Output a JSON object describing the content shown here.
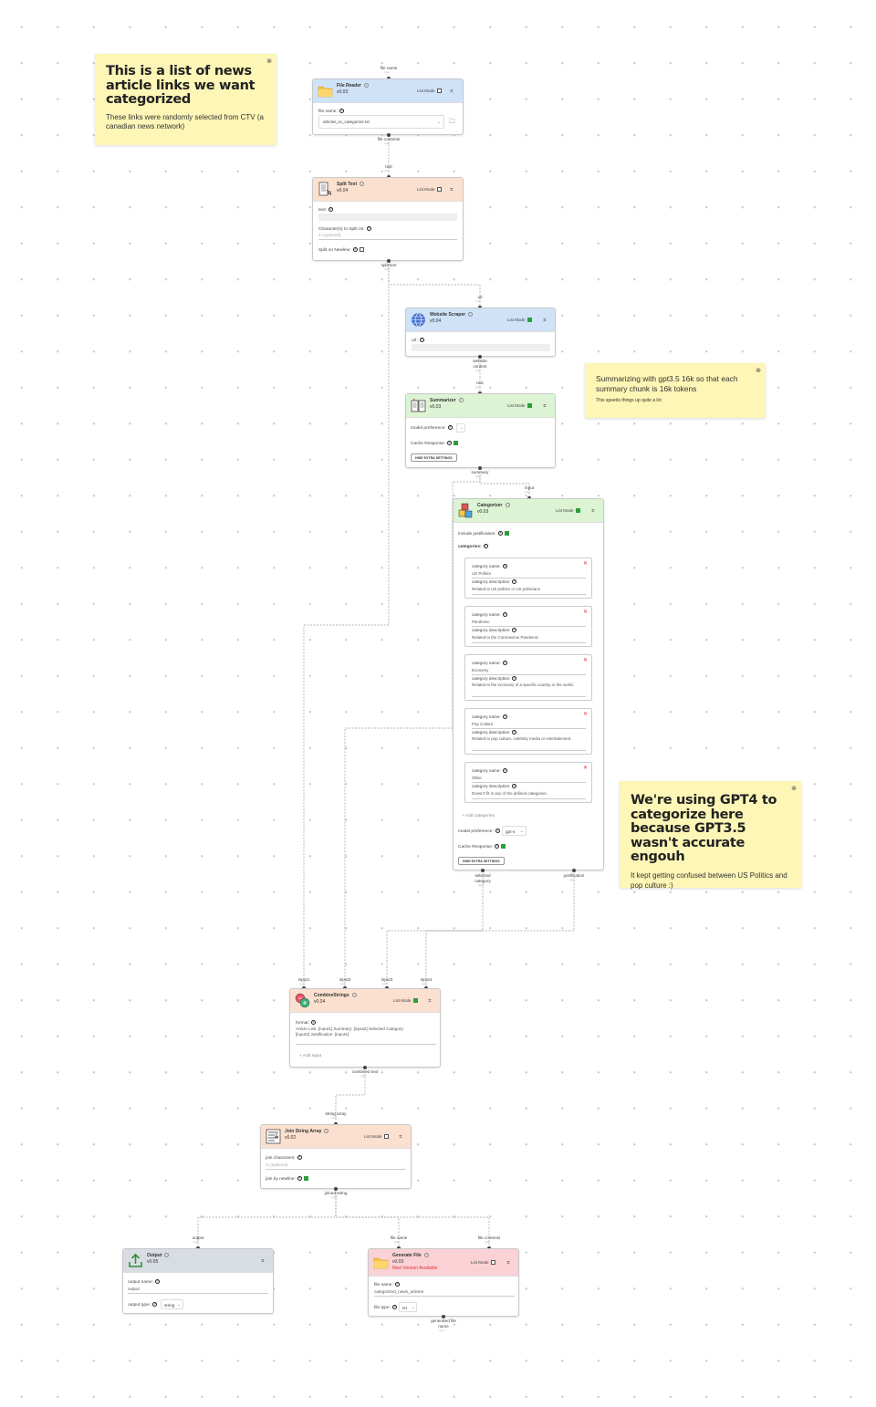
{
  "notes": [
    {
      "id": "n1",
      "heading": "This is a list of news article links we want categorized",
      "body": "These links were randomly selected from CTV (a canadian news network)"
    },
    {
      "id": "n2",
      "heading": "Summarizing with gpt3.5 16k so that each summary chunk is 16k tokens",
      "body": "This speeds things up quite a lot"
    },
    {
      "id": "n3",
      "heading": "We're using GPT4 to categorize here because GPT3.5 wasn't accurate engouh",
      "body": "It kept getting confused between US Politics and pop culture :)"
    }
  ],
  "close_glyph": "⊗",
  "common": {
    "list_mode": "List Mode",
    "remove_glyph": "✕",
    "hide_extra": "HIDE EXTRA SETTINGS",
    "type_hint": "type: ..."
  },
  "nodes": {
    "file_reader": {
      "title": "File Reader",
      "version": "v0.03",
      "list_mode": false,
      "file_name_label": "file name:",
      "file_name_value": "articles_to_categorize.txt",
      "in_port": "file name",
      "out_port": "file contents",
      "icon": "folder-icon"
    },
    "split_text": {
      "title": "Split Text",
      "version": "v0.04",
      "list_mode": false,
      "text_label": "text:",
      "chars_label": "Character(s) to Split on:",
      "chars_placeholder": "\\n (optional)",
      "newline_label": "Split on Newline:",
      "in_port": "text",
      "out_port": "split text",
      "icon": "scissors-document-icon"
    },
    "website_scraper": {
      "title": "Website Scraper",
      "version": "v0.04",
      "list_mode": true,
      "url_label": "url:",
      "in_port": "url",
      "out_port": "website content",
      "icon": "globe-icon"
    },
    "summarizer": {
      "title": "Summarizer",
      "version": "v0.03",
      "list_mode": true,
      "model_label": "model preference:",
      "cache_label": "Cache Response:",
      "in_port": "text",
      "out_port": "summary",
      "icon": "book-icon"
    },
    "categorizer": {
      "title": "Categorizer",
      "version": "v0.03",
      "list_mode": true,
      "justification_label": "include justification:",
      "categories_label": "categories:",
      "name_label": "category name:",
      "desc_label": "category description:",
      "categories": [
        {
          "name": "US Politics",
          "description": "Related to US politics or US politicians"
        },
        {
          "name": "Pandemic",
          "description": "Related to the Coronavirus Pandemic"
        },
        {
          "name": "Economy",
          "description": "Related to the economy of a specific country or the world."
        },
        {
          "name": "Pop Culture",
          "description": "Related to pop culture, celebrity media or entertainment."
        },
        {
          "name": "Other",
          "description": "Doesn't fit in any of the defined categories."
        }
      ],
      "add_label": "+ Add categories",
      "model_label": "model preference:",
      "model_value": "gpt-4",
      "cache_label": "Cache Response:",
      "in_port": "input",
      "out_ports": [
        "selected category",
        "justification"
      ],
      "icon": "blocks-icon"
    },
    "combine_strings": {
      "title": "CombineStrings",
      "version": "v0.04",
      "list_mode": true,
      "format_label": "format:",
      "format_value": "Article Link: [input1] Summary: [input2] Selected Category: [input3] Justification: [input4]",
      "add_input": "+ Add input",
      "in_ports": [
        "input1",
        "input2",
        "input3",
        "input4"
      ],
      "out_port": "combined text",
      "icon": "merge-icon"
    },
    "join_string_array": {
      "title": "Join String Array",
      "version": "v0.02",
      "list_mode": false,
      "join_label": "join characters:",
      "join_placeholder": "\\n (optional)",
      "newline_label": "join by newline:",
      "in_port": "string array",
      "out_port": "joined string",
      "icon": "join-icon"
    },
    "output": {
      "title": "Output",
      "version": "v0.05",
      "name_label": "output name:",
      "name_value": "output",
      "type_label": "output type:",
      "type_value": "string",
      "in_port": "output",
      "icon": "upload-icon"
    },
    "generate_file": {
      "title": "Generate File",
      "version": "v0.03",
      "new_version": "New Version Available",
      "list_mode": false,
      "name_label": "file name:",
      "name_value": "categorized_news_articles",
      "type_label": "file type:",
      "type_value": "txt",
      "in_ports": [
        "file name",
        "file contents"
      ],
      "out_port": "generated file name",
      "icon": "folder-icon"
    }
  },
  "colors": {
    "sticky": "#fdf6b6",
    "blue": "#cfe2f7",
    "peach": "#fbe0cf",
    "green": "#dcf3d4",
    "red": "#fad2d6",
    "gray": "#d8dde3",
    "check": "#2e9d3a"
  }
}
